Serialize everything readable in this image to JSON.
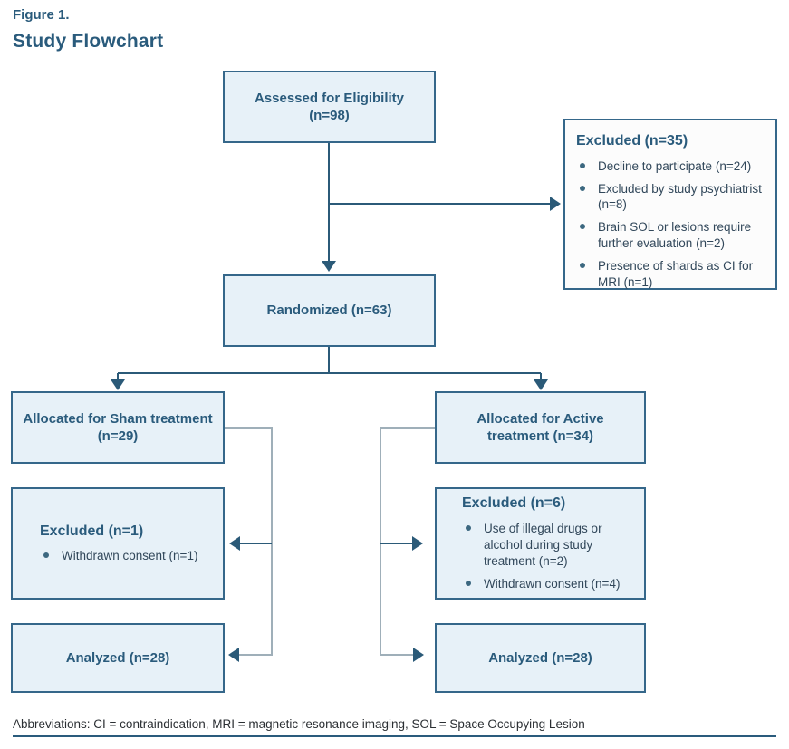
{
  "figure": {
    "label": "Figure 1.",
    "title": "Study Flowchart"
  },
  "boxes": {
    "assessed": {
      "text": "Assessed for Eligibility (n=98)"
    },
    "excluded_top": {
      "title": "Excluded (n=35)",
      "items": [
        "Decline to participate (n=24)",
        "Excluded by study psychiatrist (n=8)",
        "Brain SOL or lesions require further evaluation (n=2)",
        "Presence of shards as CI for MRI (n=1)"
      ]
    },
    "randomized": {
      "text": "Randomized (n=63)"
    },
    "alloc_sham": {
      "text": "Allocated for Sham treatment (n=29)"
    },
    "alloc_active": {
      "text": "Allocated for Active treatment (n=34)"
    },
    "excluded_sham": {
      "title": "Excluded (n=1)",
      "items": [
        "Withdrawn consent (n=1)"
      ]
    },
    "excluded_active": {
      "title": "Excluded (n=6)",
      "items": [
        "Use of illegal drugs or alcohol during study treatment (n=2)",
        "Withdrawn consent (n=4)"
      ]
    },
    "analyzed_sham": {
      "text": "Analyzed (n=28)"
    },
    "analyzed_active": {
      "text": "Analyzed (n=28)"
    }
  },
  "footer": {
    "abbreviations": "Abbreviations: CI = contraindication, MRI = magnetic resonance imaging, SOL = Space Occupying Lesion"
  },
  "colors": {
    "accent": "#2a5b7c",
    "box_border": "#35678a",
    "box_fill": "#e7f1f8",
    "excluded_top_fill": "#fcfcfc",
    "connector_gray": "#9fafb9",
    "bullet_text": "#31475a"
  }
}
